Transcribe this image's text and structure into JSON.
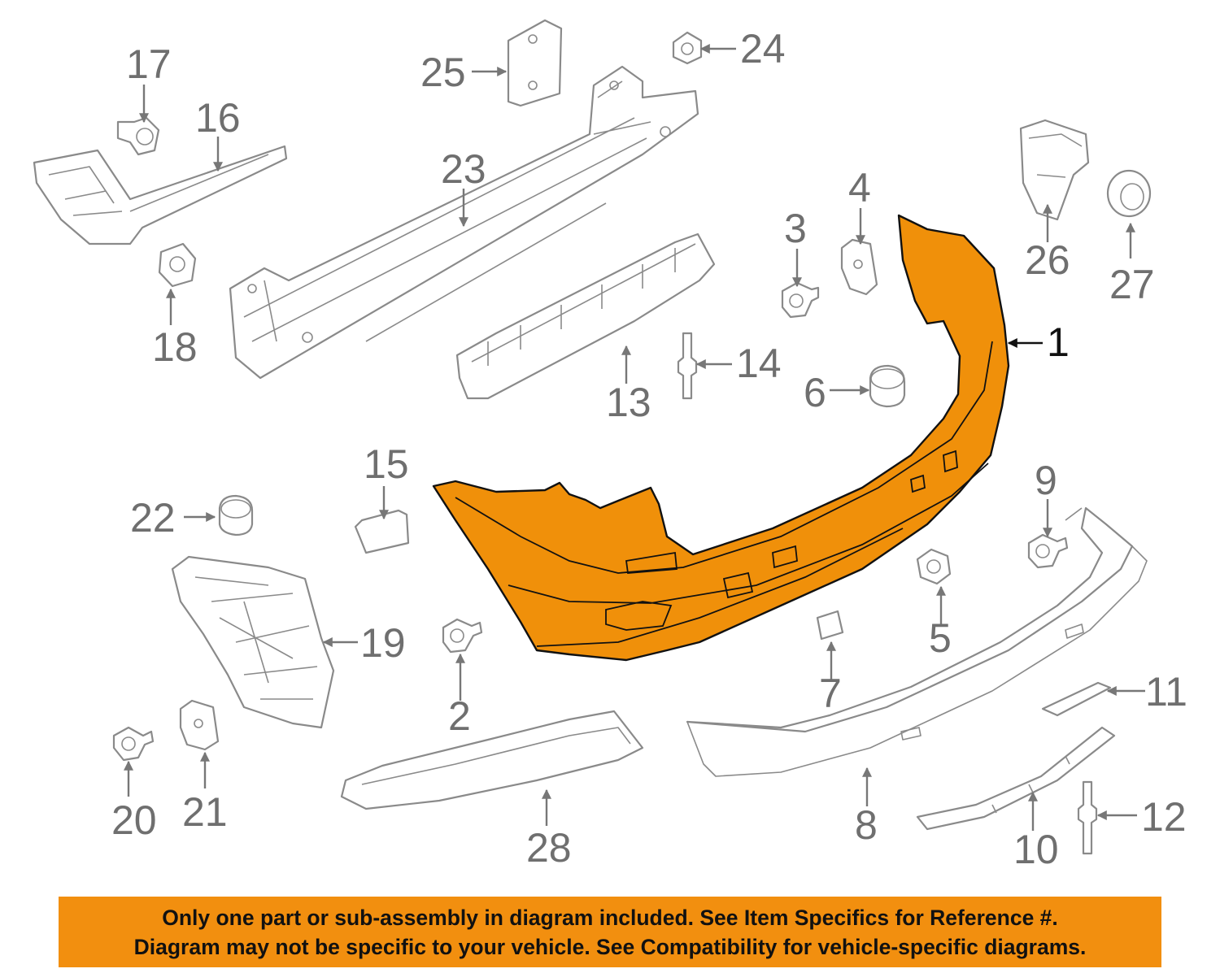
{
  "colors": {
    "highlight": "#f0900a",
    "notice_background": "#f28f0f",
    "part_outline": "#8a8a8a",
    "callout_text": "#6f6f6f"
  },
  "callouts": {
    "c1": "1",
    "c2": "2",
    "c3": "3",
    "c4": "4",
    "c5": "5",
    "c6": "6",
    "c7": "7",
    "c8": "8",
    "c9": "9",
    "c10": "10",
    "c11": "11",
    "c12": "12",
    "c13": "13",
    "c14": "14",
    "c15": "15",
    "c16": "16",
    "c17": "17",
    "c18": "18",
    "c19": "19",
    "c20": "20",
    "c21": "21",
    "c22": "22",
    "c23": "23",
    "c24": "24",
    "c25": "25",
    "c26": "26",
    "c27": "27",
    "c28": "28"
  },
  "highlighted_part": "1",
  "notice": {
    "line1": "Only one part or sub-assembly in diagram included. See Item Specifics for Reference #.",
    "line2": "Diagram may not be specific to your vehicle. See Compatibility for vehicle-specific diagrams."
  }
}
